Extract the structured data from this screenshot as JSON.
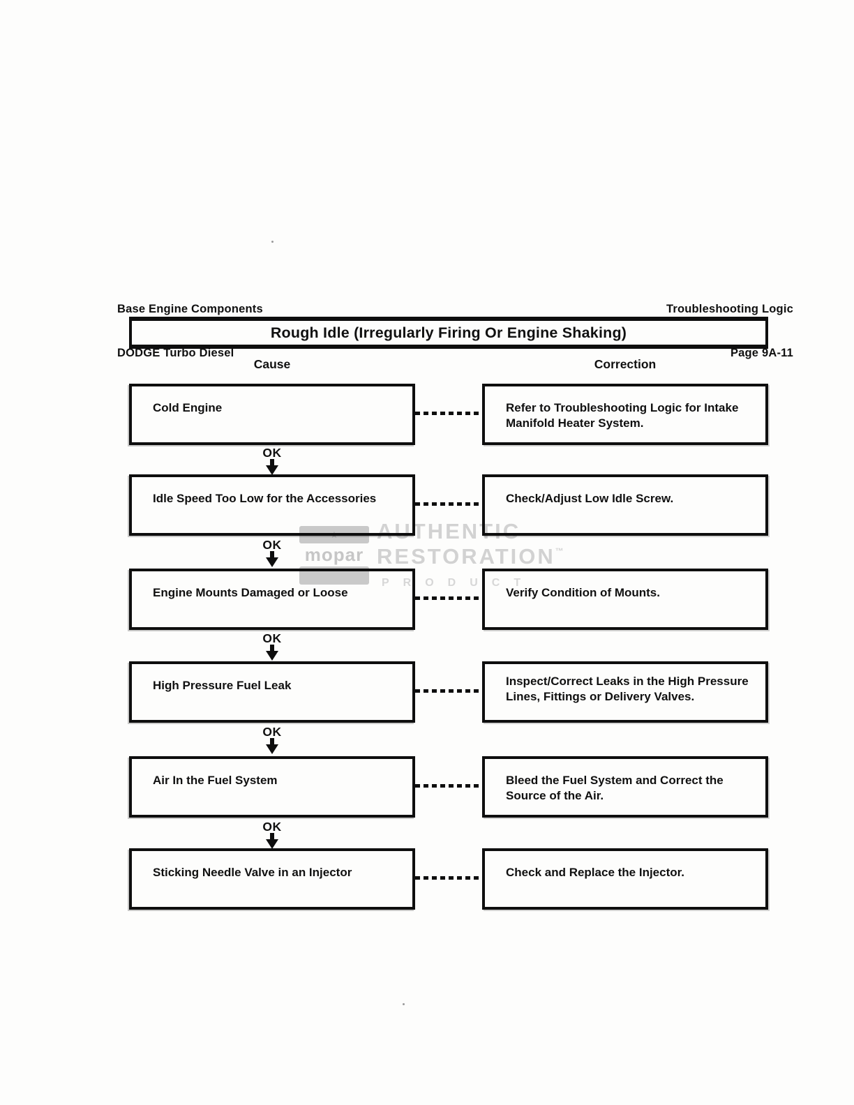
{
  "page": {
    "header": {
      "left": [
        "Base Engine Components",
        "DODGE Turbo Diesel"
      ],
      "right": [
        "Troubleshooting Logic",
        "Page 9A-11"
      ]
    },
    "title": "Rough Idle (Irregularly Firing Or Engine Shaking)",
    "columns": {
      "cause": "Cause",
      "correction": "Correction"
    },
    "ok_label": "OK",
    "rows": [
      {
        "cause": "Cold Engine",
        "correction": "Refer to Troubleshooting Logic for Intake Manifold Heater System."
      },
      {
        "cause": "Idle Speed Too Low for the Accessories",
        "correction": "Check/Adjust Low Idle Screw."
      },
      {
        "cause": "Engine Mounts Damaged or Loose",
        "correction": "Verify Condition of Mounts."
      },
      {
        "cause": "High Pressure Fuel Leak",
        "correction": "Inspect/Correct Leaks in the High Pressure Lines, Fittings or Delivery Valves."
      },
      {
        "cause": "Air In the Fuel System",
        "correction": "Bleed the Fuel System and Correct the Source of the Air."
      },
      {
        "cause": "Sticking Needle Valve in an Injector",
        "correction": "Check and Replace the Injector."
      }
    ],
    "watermark": {
      "brand": "mopar",
      "star": "★",
      "line1": "AUTHENTIC",
      "line2": "RESTORATION",
      "tm": "™",
      "line3": "PRODUCT"
    },
    "colors": {
      "ink": "#0e0e0e",
      "watermark_gray": "#d2d2d2"
    }
  }
}
